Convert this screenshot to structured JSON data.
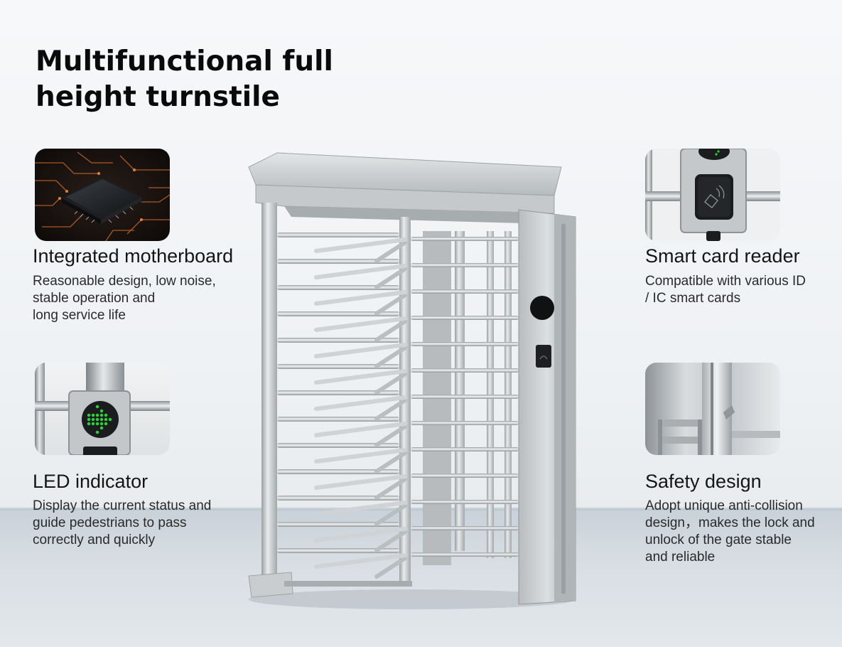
{
  "title": {
    "line1": "Multifunctional full",
    "line2": "height turnstile"
  },
  "features": {
    "motherboard": {
      "heading": "Integrated motherboard",
      "lines": [
        "Reasonable design, low noise,",
        "stable operation and",
        "long service life"
      ]
    },
    "led": {
      "heading": "LED indicator",
      "lines": [
        "Display the current status and",
        "guide pedestrians to pass",
        "correctly and quickly"
      ]
    },
    "card_reader": {
      "heading": "Smart card reader",
      "lines": [
        "Compatible with various ID",
        "/ IC smart cards"
      ]
    },
    "safety": {
      "heading": "Safety design",
      "lines": [
        "Adopt unique anti-collision",
        "design，makes the lock and",
        "unlock of the gate stable",
        "and reliable"
      ]
    }
  },
  "icons": {
    "chip": "microchip-icon",
    "arrow": "green-arrow-icon",
    "card": "card-reader-icon"
  },
  "colors": {
    "led_green": "#2bd23a",
    "steel": "#c9ccce",
    "steel_dark": "#8f9598",
    "circuit": "#c8642a"
  }
}
